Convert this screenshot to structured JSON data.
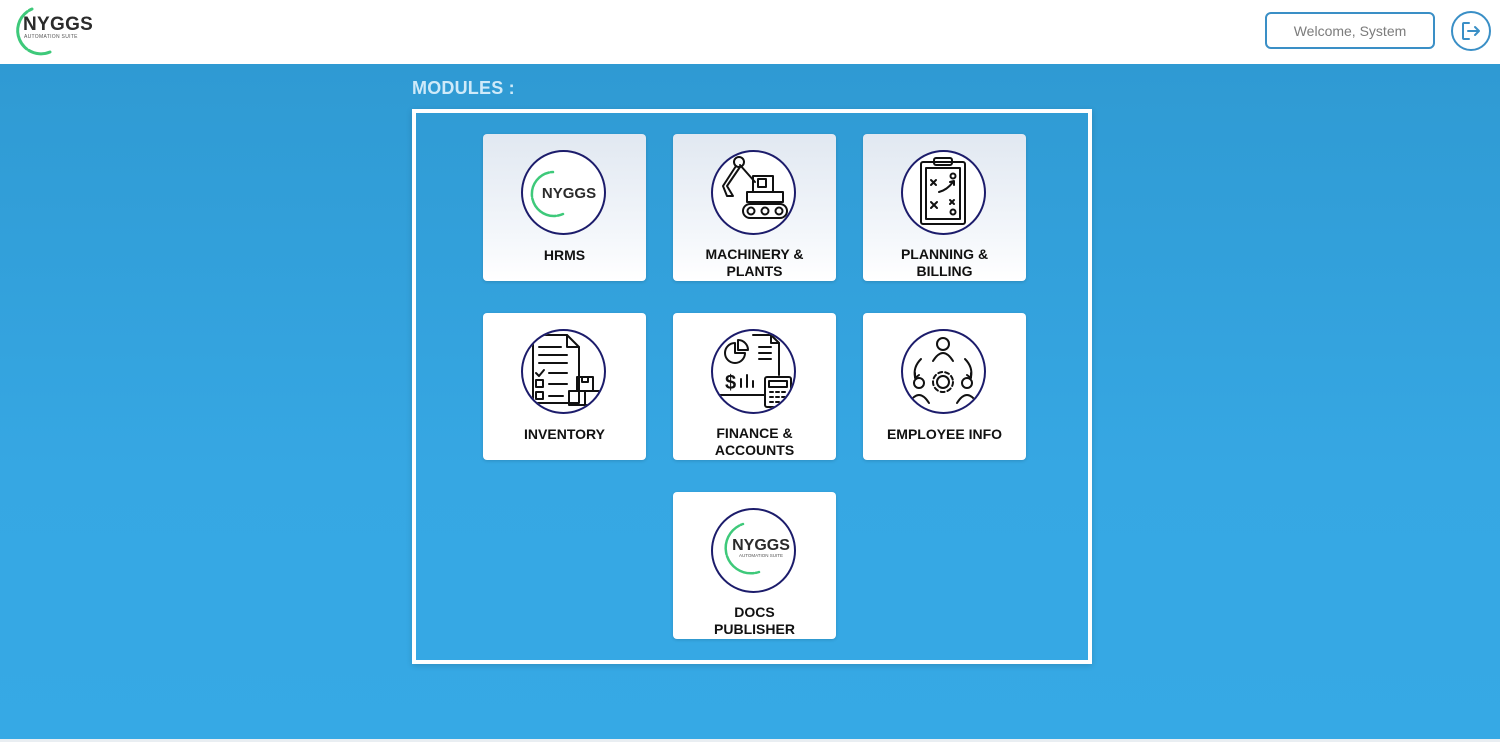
{
  "header": {
    "logo_text": "NYGGS",
    "logo_subtext": "AUTOMATION SUITE",
    "welcome_label": "Welcome, System"
  },
  "main": {
    "section_title": "MODULES :",
    "modules": [
      {
        "label": "HRMS",
        "icon": "nyggs-logo-icon"
      },
      {
        "label": "MACHINERY & PLANTS",
        "icon": "excavator-icon"
      },
      {
        "label": "PLANNING & BILLING",
        "icon": "clipboard-plan-icon"
      },
      {
        "label": "INVENTORY",
        "icon": "inventory-checklist-icon"
      },
      {
        "label": "FINANCE & ACCOUNTS",
        "icon": "finance-calculator-icon"
      },
      {
        "label": "EMPLOYEE INFO",
        "icon": "employee-network-icon"
      },
      {
        "label": "DOCS PUBLISHER",
        "icon": "nyggs-suite-logo-icon"
      }
    ],
    "module_icon_logo_text": "NYGGS",
    "module_icon_logo_subtext": "AUTOMATION SUITE"
  },
  "colors": {
    "accent": "#3a8fc6",
    "background_blue": "#36a7e3",
    "icon_stroke": "#1c1c6b",
    "logo_green": "#2ecc71"
  }
}
